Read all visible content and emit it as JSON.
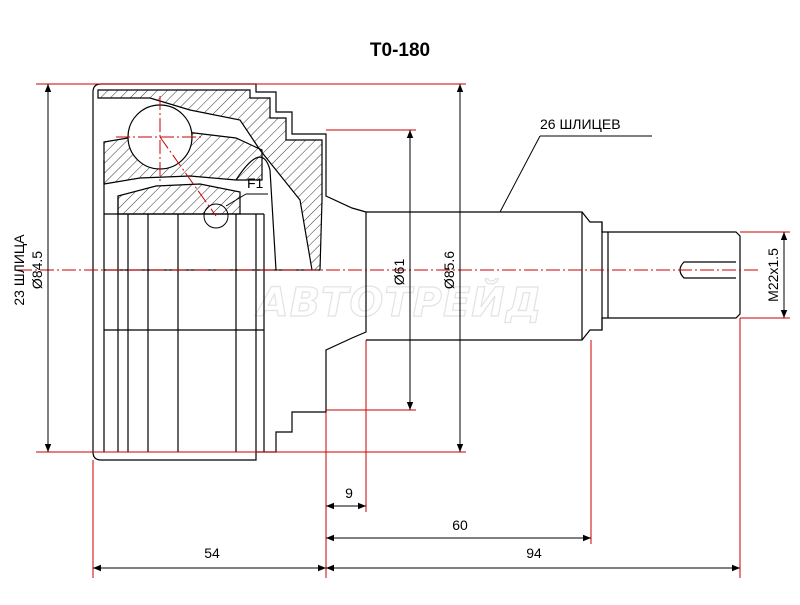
{
  "title": "T0-180",
  "labels": {
    "splines_outer": "26 ШЛИЦЕВ",
    "splines_inner": "23 ШЛИЦА",
    "diameter_housing": "Ø84.5",
    "diameter_neck": "Ø61",
    "diameter_abs": "Ø85.6",
    "thread": "M22x1.5",
    "f1": "F1"
  },
  "dimensions": {
    "d9": "9",
    "d60": "60",
    "d54": "54",
    "d94": "94"
  },
  "watermark": "АВТОТРЕЙД",
  "colors": {
    "dim_line": "#cc0000",
    "part_line": "#000000",
    "center_line": "#cc0000"
  }
}
